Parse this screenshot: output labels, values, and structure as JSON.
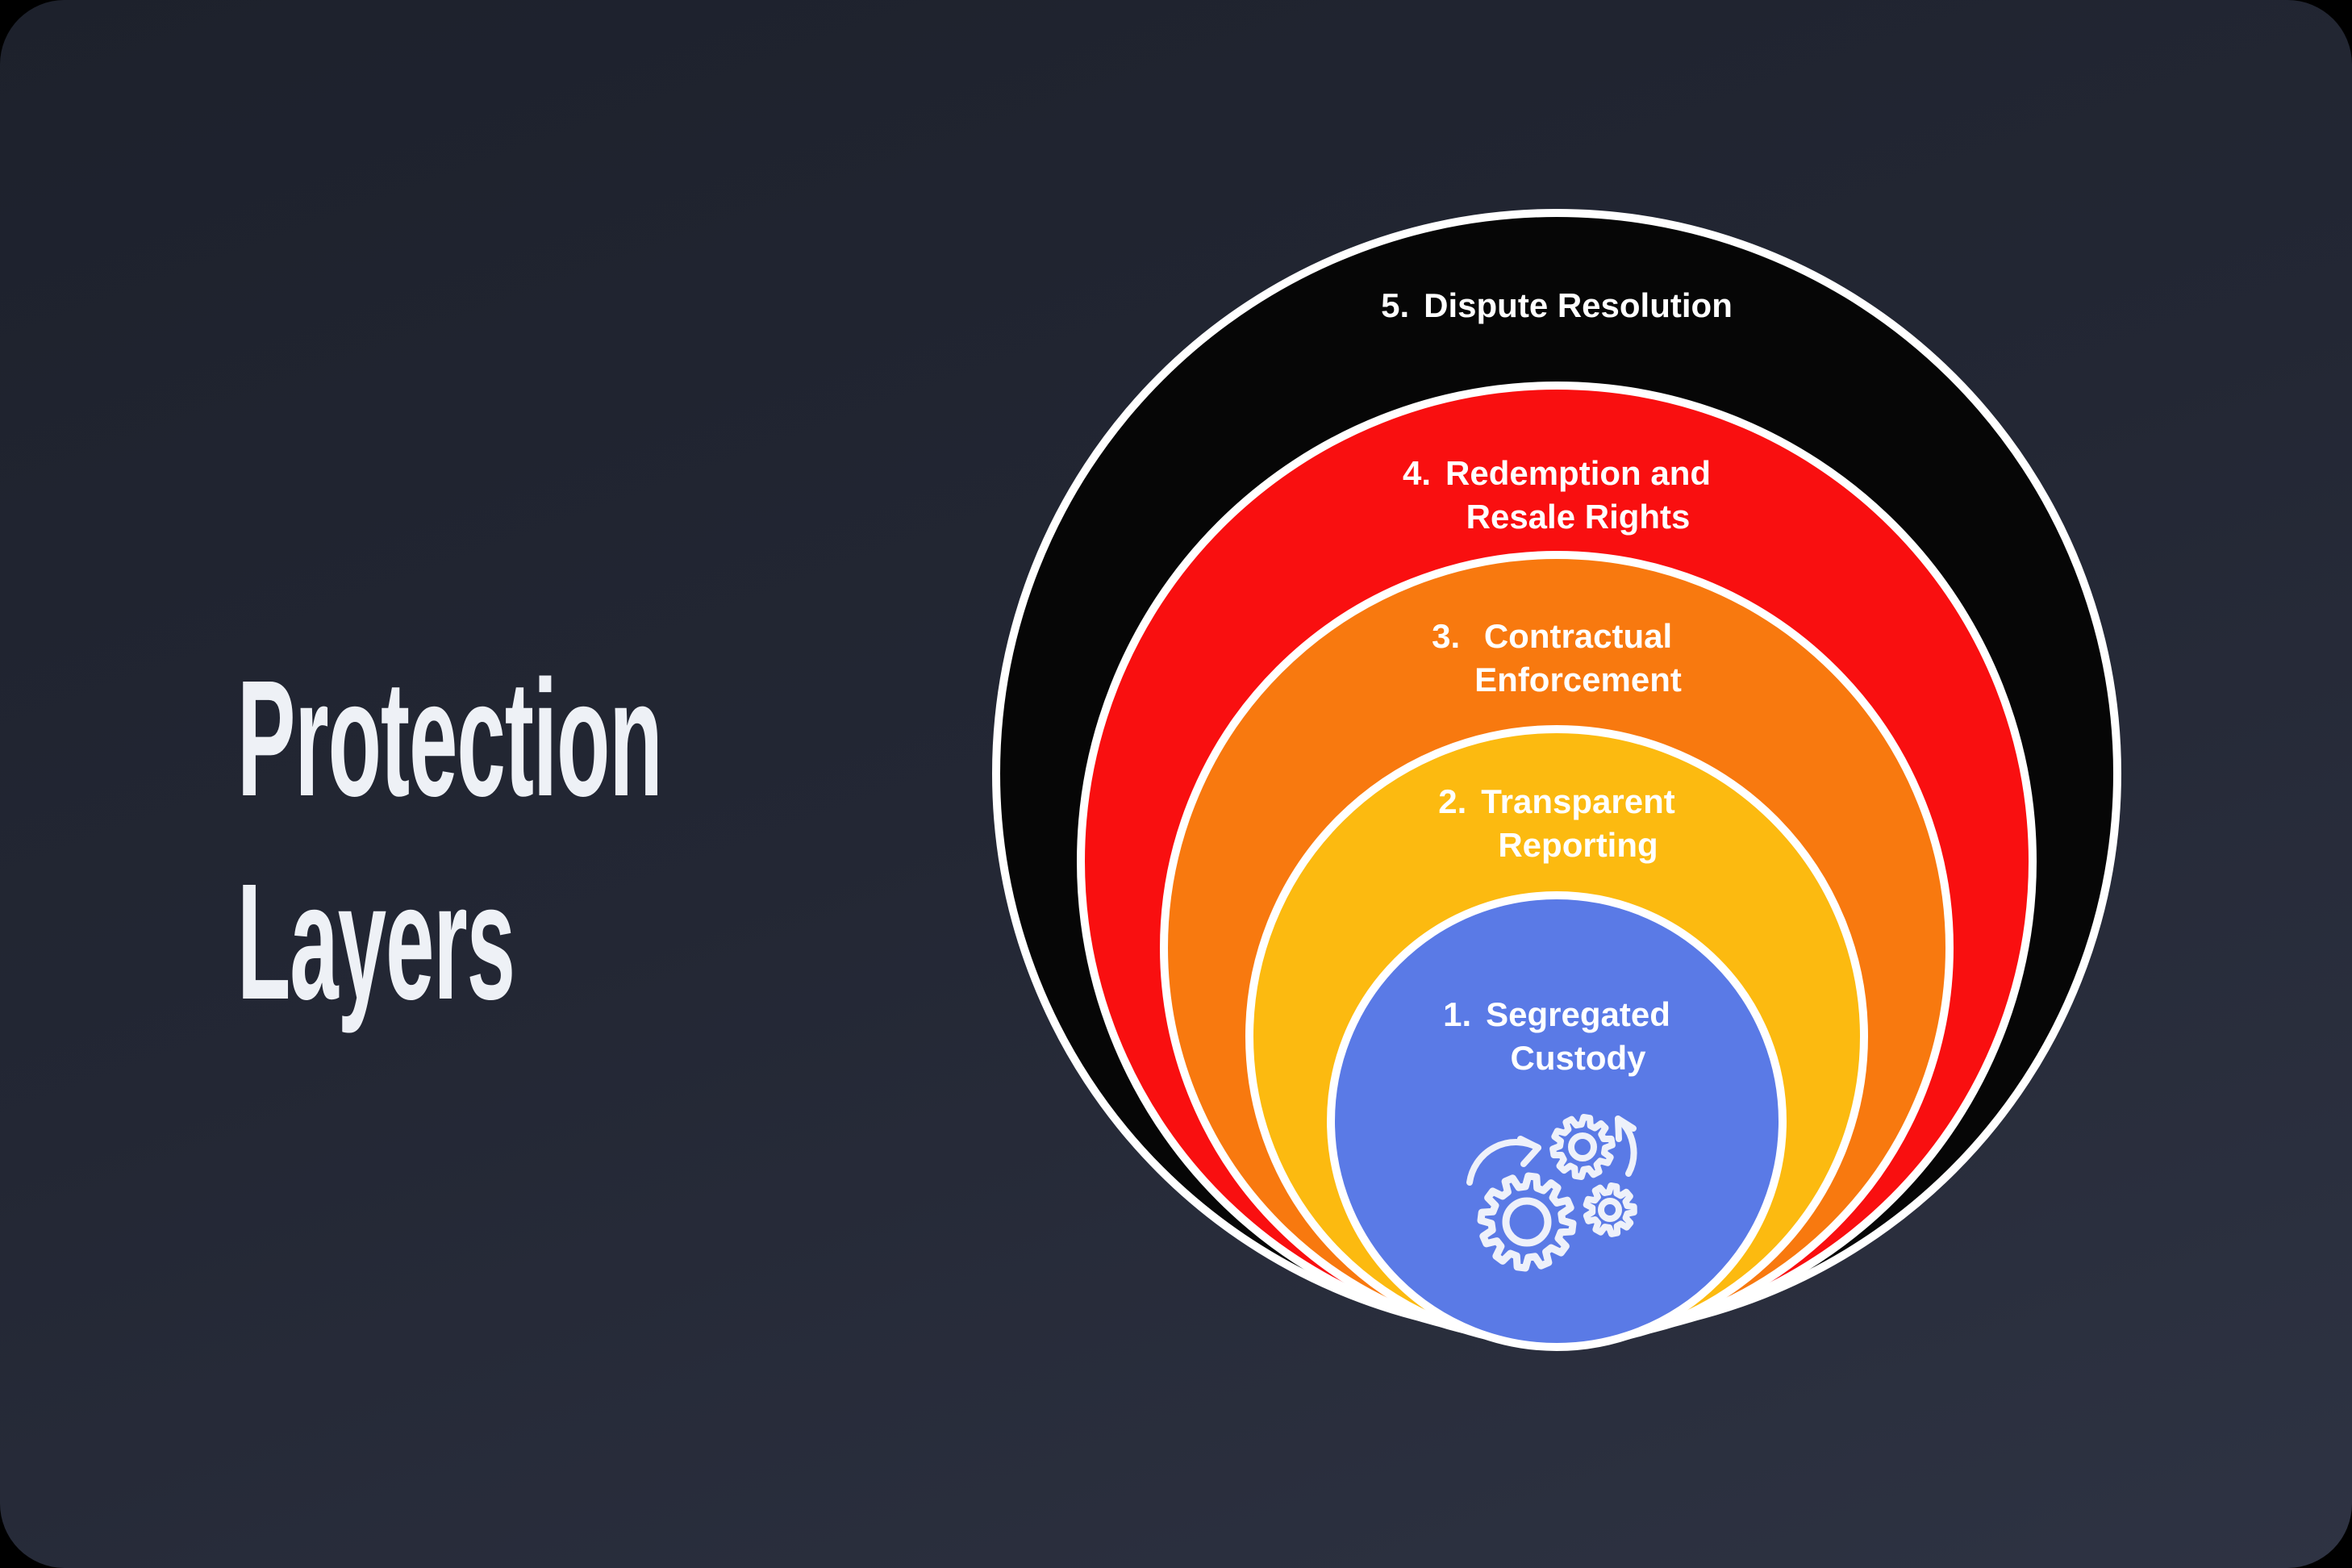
{
  "canvas": {
    "background_top": "#1d212c",
    "background_bottom": "#2e3343",
    "corner_color": "#000000"
  },
  "title": {
    "text": "Protection\nLayers",
    "color": "#eef1f6"
  },
  "diagram": {
    "ring_stroke_color": "#ffffff",
    "label_color": "#ffffff",
    "layers": [
      {
        "num": "5.",
        "label": "Dispute Resolution",
        "color": "#060606"
      },
      {
        "num": "4.",
        "label": "Redemption and\nResale Rights",
        "color": "#F90F10"
      },
      {
        "num": "3.",
        "label": "Contractual\nEnforcement",
        "color": "#F8790F"
      },
      {
        "num": "2.",
        "label": "Transparent\nReporting",
        "color": "#FCBA10"
      },
      {
        "num": "1.",
        "label": "Segregated\nCustody",
        "color": "#5A7AE6"
      }
    ],
    "icon": {
      "name": "gears-process-icon",
      "color": "#EEF1FA"
    }
  }
}
